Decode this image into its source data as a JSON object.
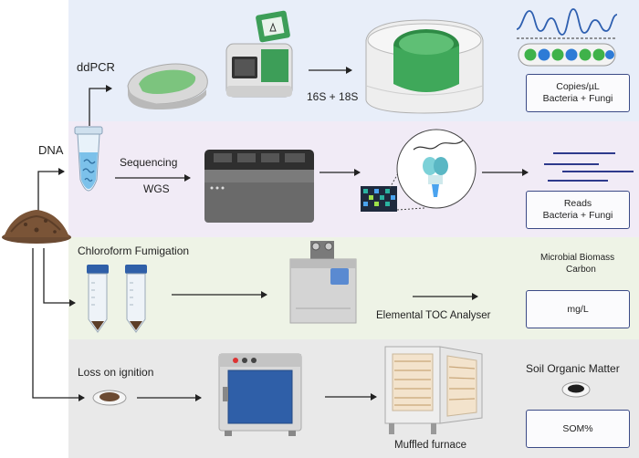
{
  "rows": {
    "ddpcr": {
      "label": "ddPCR",
      "target": "16S + 18S",
      "output_line1": "Copies/µL",
      "output_line2": "Bacteria + Fungi"
    },
    "dna": {
      "label": "DNA"
    },
    "sequencing": {
      "label": "Sequencing",
      "method": "WGS",
      "output_line1": "Reads",
      "output_line2": "Bacteria + Fungi"
    },
    "fumigation": {
      "label": "Chloroform Fumigation",
      "instrument": "Elemental TOC Analyser",
      "title_line1": "Microbial Biomass",
      "title_line2": "Carbon",
      "output": "mg/L"
    },
    "loi": {
      "label": "Loss on ignition",
      "instrument": "Muffled furnace",
      "title": "Soil Organic Matter",
      "output": "SOM%"
    }
  },
  "colors": {
    "band_ddpcr": "#e8eef9",
    "band_sequencing": "#f1ebf6",
    "band_fumigation": "#eef3e6",
    "band_loi": "#e9e9e9",
    "box_border": "#3b4a86",
    "droplet_green": "#3fb24a",
    "droplet_blue": "#2e7bd6"
  }
}
